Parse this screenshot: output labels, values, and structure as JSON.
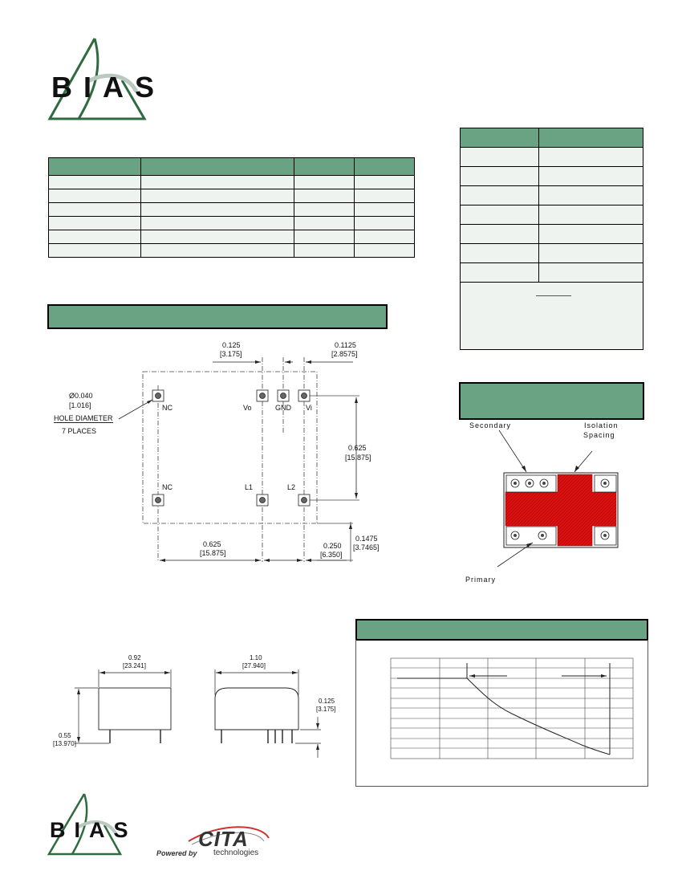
{
  "logo": {
    "text": "BIAS",
    "footer_text": "BIAS"
  },
  "powered_by": {
    "prefix": "Powered by",
    "brand": "CITA",
    "suffix": "technologies"
  },
  "colors": {
    "header_green": "#6aa384",
    "cell_bg": "#eef3f0",
    "logo_green": "#2f6b3f",
    "isolation_red": "#dd1111"
  },
  "mechanical": {
    "pins": {
      "nc_top": "NC",
      "vo": "Vo",
      "gnd": "GND",
      "vi": "Vi",
      "nc_bottom": "NC",
      "l1": "L1",
      "l2": "L2"
    },
    "hole": {
      "dia": "Ø0.040",
      "dia_mm": "[1.016]",
      "label": "HOLE DIAMETER",
      "count": "7 PLACES"
    },
    "dims": {
      "d0125": "0.125",
      "d0125_mm": "[3.175]",
      "d01125": "0.1125",
      "d01125_mm": "[2.8575]",
      "d0625v": "0.625",
      "d0625v_mm": "[15.875]",
      "d0625h": "0.625",
      "d0625h_mm": "[15.875]",
      "d0250": "0.250",
      "d0250_mm": "[6.350]",
      "d01475": "0.1475",
      "d01475_mm": "[3.7465]"
    }
  },
  "isolation": {
    "secondary": "Secondary",
    "isolation1": "Isolation",
    "isolation2": "Spacing",
    "primary": "Primary"
  },
  "side_view": {
    "w": "0.92",
    "w_mm": "[23.241]",
    "h": "0.55",
    "h_mm": "[13.970]",
    "l": "1.10",
    "l_mm": "[27.940]",
    "pin": "0.125",
    "pin_mm": "[3.175]"
  }
}
